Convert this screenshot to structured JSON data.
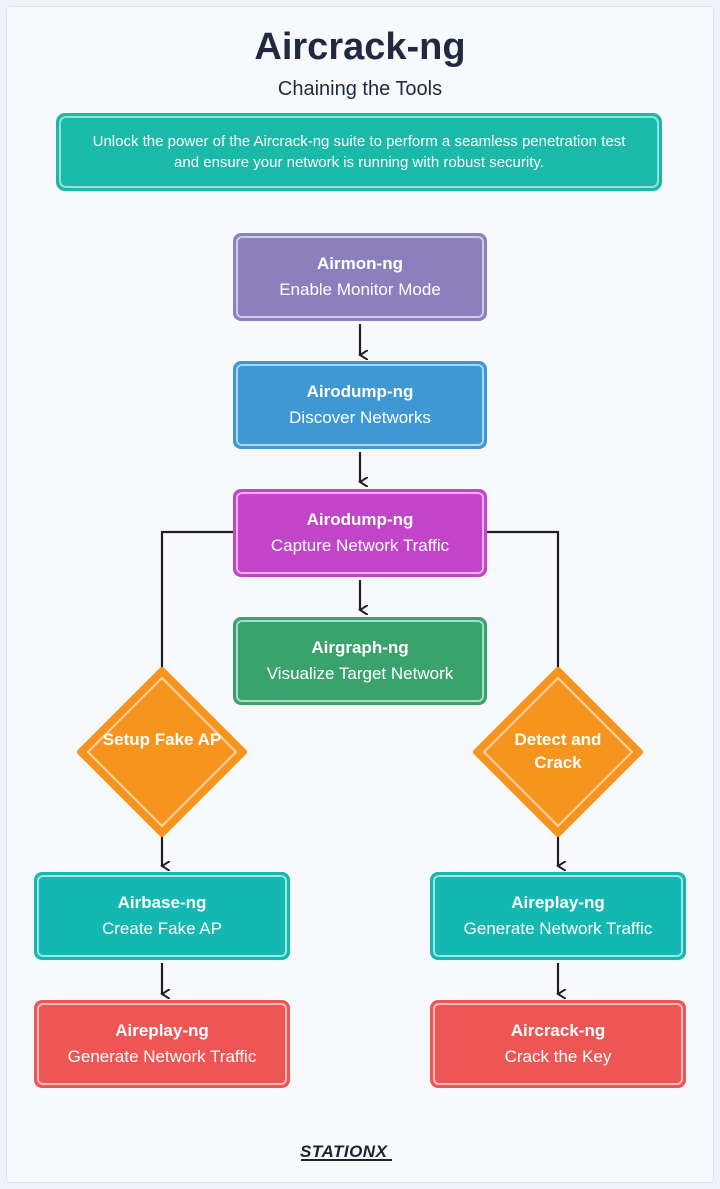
{
  "title": "Aircrack-ng",
  "subtitle": "Chaining the Tools",
  "intro": "Unlock the power of the Aircrack-ng suite to perform a seamless penetration test and ensure your network is running with robust security.",
  "nodes": {
    "airmon": {
      "title": "Airmon-ng",
      "desc": "Enable Monitor Mode"
    },
    "airodump1": {
      "title": "Airodump-ng",
      "desc": "Discover Networks"
    },
    "airodump2": {
      "title": "Airodump-ng",
      "desc": "Capture Network Traffic"
    },
    "airgraph": {
      "title": "Airgraph-ng",
      "desc": "Visualize Target Network"
    },
    "airbase": {
      "title": "Airbase-ng",
      "desc": "Create Fake AP"
    },
    "aireplay_left": {
      "title": "Aireplay-ng",
      "desc": "Generate Network Traffic"
    },
    "aireplay_right": {
      "title": "Aireplay-ng",
      "desc": "Generate Network Traffic"
    },
    "aircrack": {
      "title": "Aircrack-ng",
      "desc": "Crack the Key"
    }
  },
  "decisions": {
    "fake_ap": "Setup Fake AP",
    "detect_crack": "Detect and Crack"
  },
  "logo": {
    "text": "STATIONX"
  },
  "colors": {
    "purple": "#8b80bd",
    "blue": "#3f97d3",
    "magenta": "#c244c8",
    "green": "#3aa26c",
    "teal": "#12b8b1",
    "red": "#ee5656",
    "orange": "#f7941d",
    "title": "#1f2940"
  }
}
